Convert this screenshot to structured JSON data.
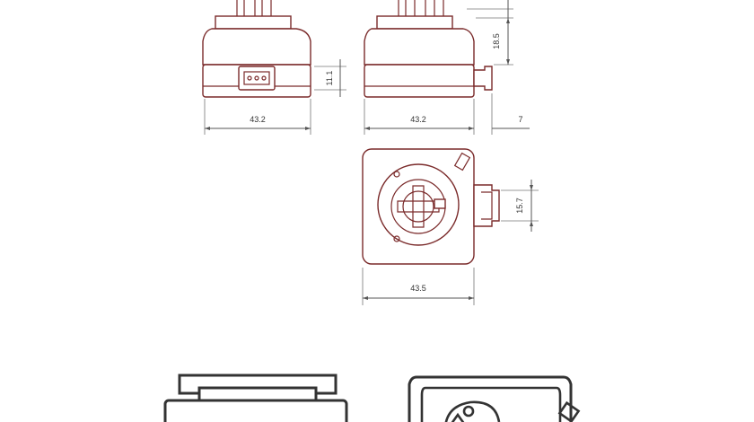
{
  "dimensions": {
    "front_width": "43.2",
    "side_width": "43.2",
    "side_extra": "7",
    "side_height": "18.5",
    "connector_height": "11.1",
    "bottom_width": "43.5",
    "tab_height": "15.7"
  },
  "colors": {
    "part_outline": "#7a2a2a",
    "dimension_line": "#555555",
    "bold_outline": "#333333"
  }
}
